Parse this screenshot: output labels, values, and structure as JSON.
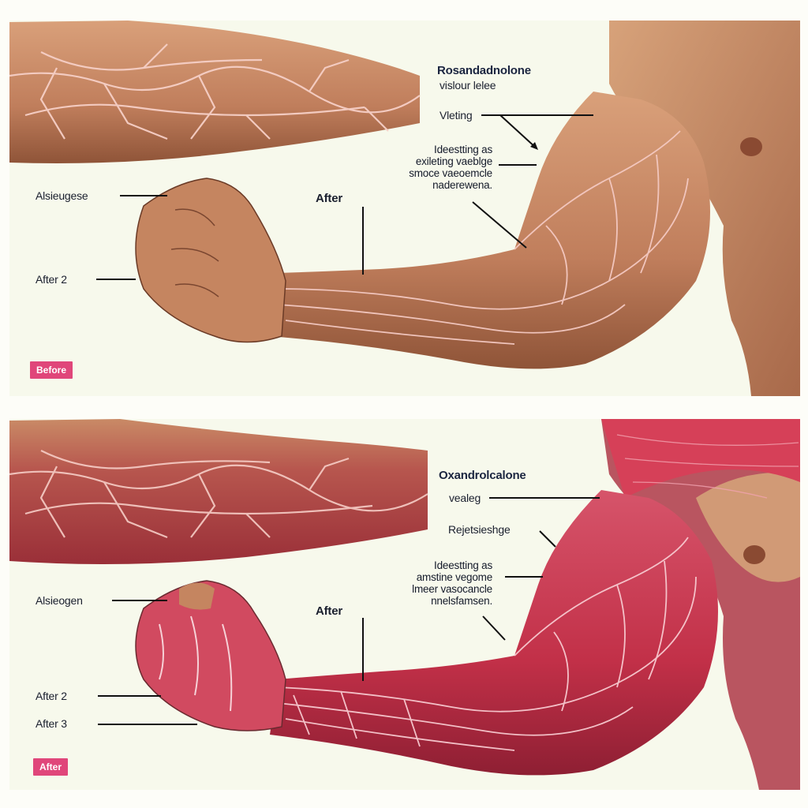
{
  "figure": {
    "type": "before-after anatomical comparison",
    "colors": {
      "background": "#f7f9ec",
      "skin": "#c98a66",
      "skin_dark": "#9a5a3c",
      "vein": "#f4c4c0",
      "muscle_red": "#d4384f",
      "muscle_dark": "#a8233a",
      "badge": "#e0467a",
      "text": "#1a1f2e"
    }
  },
  "top_panel": {
    "badge": "Before",
    "title_line1": "Rosandadnolone",
    "title_line2": "vislour lelee",
    "label_right_1": "Vleting",
    "block_text": [
      "Ideestting as",
      "exileting vaeblge",
      "smoce vaeoemcle",
      "naderewena."
    ],
    "label_left_1": "Alsieugese",
    "label_left_2": "After 2",
    "label_center": "After"
  },
  "bottom_panel": {
    "badge": "After",
    "title_line1": "Oxandrolcalone",
    "label_right_1": "vealeg",
    "label_right_2": "Rejetsieshge",
    "block_text": [
      "Ideestting as",
      "amstine vegome",
      "lmeer vasocancle",
      "nnelsfamsen."
    ],
    "label_left_1": "Alsieogen",
    "label_left_2": "After 2",
    "label_left_3": "After 3",
    "label_center": "After"
  }
}
